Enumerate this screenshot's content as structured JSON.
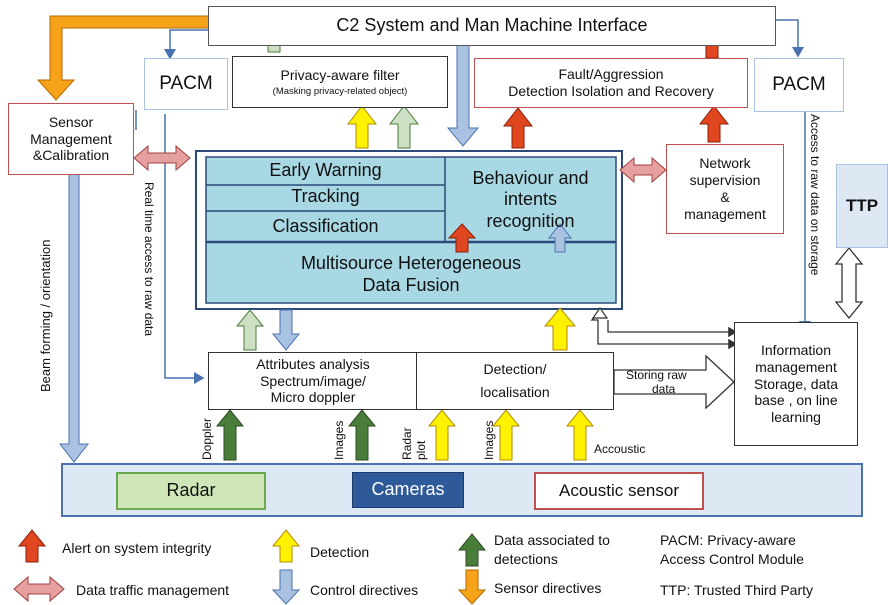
{
  "c2": "C2 System and Man Machine Interface",
  "pacm": "PACM",
  "privacy_filter": {
    "title": "Privacy-aware filter",
    "sub": "(Masking privacy-related object)"
  },
  "fault": {
    "line1": "Fault/Aggression",
    "line2": "Detection Isolation and Recovery"
  },
  "sensor_mgmt": {
    "line1": "Sensor",
    "line2": "Management",
    "line3": "&Calibration"
  },
  "network": {
    "line1": "Network",
    "line2": "supervision",
    "line3": "&",
    "line4": "management"
  },
  "ttp_box": "TTP",
  "core": {
    "early_warning": "Early Warning",
    "tracking": "Tracking",
    "classification": "Classification",
    "behaviour": {
      "line1": "Behaviour and",
      "line2": "intents",
      "line3": "recognition"
    },
    "fusion": {
      "line1": "Multisource Heterogeneous",
      "line2": "Data Fusion"
    }
  },
  "attributes": {
    "line1": "Attributes analysis",
    "line2": "Spectrum/image/",
    "line3": "Micro doppler"
  },
  "detection": {
    "line1": "Detection/",
    "line2": "localisation"
  },
  "info": {
    "line1": "Information",
    "line2": "management",
    "line3": "Storage, data",
    "line4": "base , on line",
    "line5": "learning"
  },
  "storing_raw": {
    "line1": "Storing raw",
    "line2": "data"
  },
  "side_labels": {
    "beam": "Beam forming / orientation",
    "realtime": "Real time access to raw data",
    "access_storage": "Access to raw data on storage"
  },
  "input_labels": {
    "doppler": "Doppler",
    "images1": "Images",
    "radar": "Radar",
    "plot": "plot",
    "images2": "Images",
    "acoustic": "Accoustic"
  },
  "sensors": {
    "radar": "Radar",
    "cameras": "Cameras",
    "acoustic": "Acoustic sensor"
  },
  "legend": {
    "alert": "Alert on system integrity",
    "detection": "Detection",
    "data_assoc1": "Data associated to",
    "data_assoc2": "detections",
    "pacm1": "PACM: Privacy-aware",
    "pacm2": "Access Control Module",
    "traffic": "Data traffic management",
    "control": "Control directives",
    "sensor_dir": "Sensor directives",
    "ttp": "TTP: Trusted Third Party"
  },
  "colors": {
    "core_fill": "#a8d8e4",
    "red_arrow": "#e0461f",
    "yellow_arrow": "#fff200",
    "blue_arrow": "#a9c2e2",
    "green_arrow": "#4a7c3a",
    "orange_arrow": "#f6a31a",
    "traffic_arrow": "#e6a0a0"
  }
}
